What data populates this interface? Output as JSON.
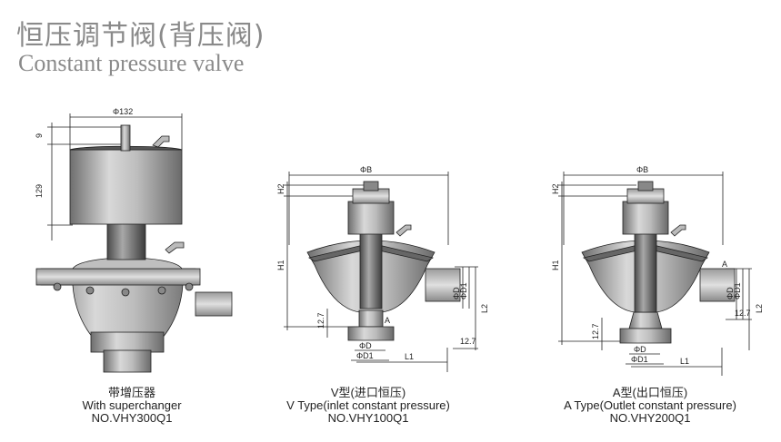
{
  "header": {
    "title_cn": "恒压调节阀(背压阀)",
    "title_en": "Constant pressure valve"
  },
  "figures": [
    {
      "name_cn": "带增压器",
      "name_en": "With superchanger",
      "model": "NO.VHY300Q1",
      "dims": {
        "d_top": "Φ132",
        "h_small": "9",
        "h_body": "129"
      }
    },
    {
      "name_cn": "V型(进口恒压)",
      "name_en": "V Type(inlet constant pressure)",
      "model": "NO.VHY100Q1",
      "dims": {
        "d_top": "ΦB",
        "h2": "H2",
        "h1": "H1",
        "l2": "L2",
        "l1": "L1",
        "d": "ΦD",
        "d1": "ΦD1",
        "t1": "12.7",
        "t2": "12.7",
        "a": "A"
      }
    },
    {
      "name_cn": "A型(出口恒压)",
      "name_en": "A Type(Outlet constant pressure)",
      "model": "NO.VHY200Q1",
      "dims": {
        "d_top": "ΦB",
        "h2": "H2",
        "h1": "H1",
        "l2": "L2",
        "l1": "L1",
        "d": "ΦD",
        "d1": "ΦD1",
        "t1": "12.7",
        "t2": "12.7",
        "a": "A"
      }
    }
  ]
}
